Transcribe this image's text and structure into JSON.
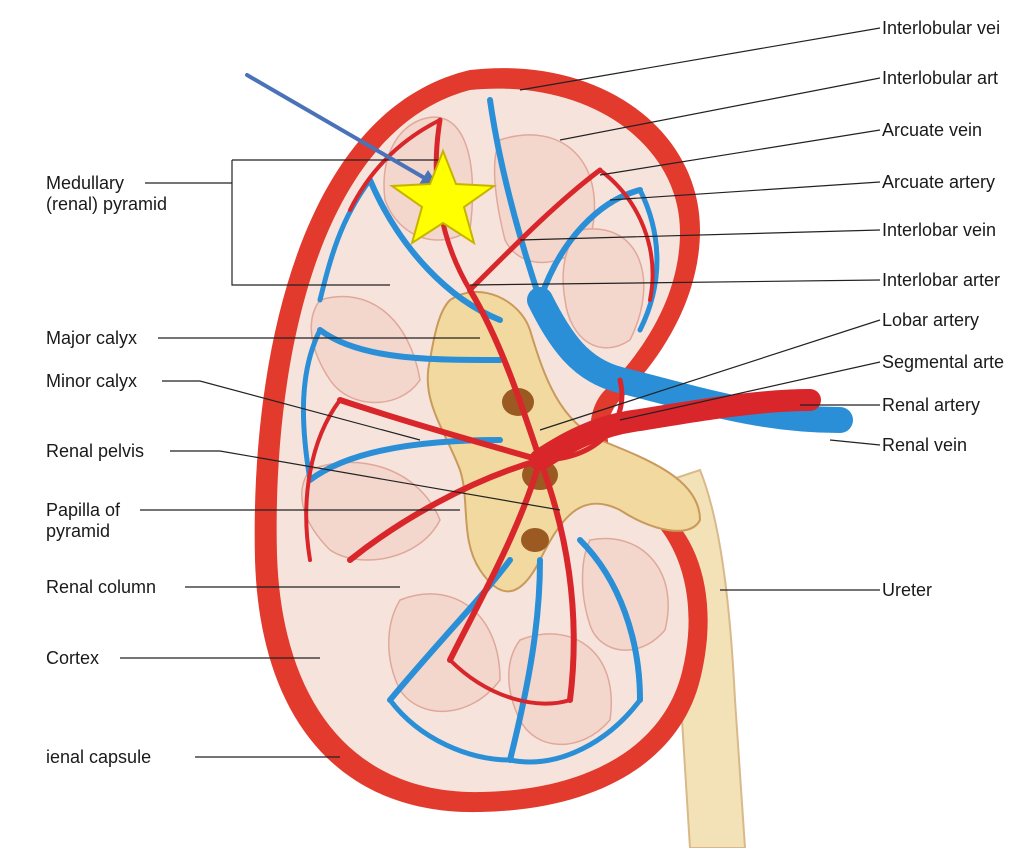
{
  "labels_left": {
    "medullary_pyramid": "Medullary\n(renal) pyramid",
    "major_calyx": "Major calyx",
    "minor_calyx": "Minor calyx",
    "renal_pelvis": "Renal pelvis",
    "papilla_of_pyramid": "Papilla of\npyramid",
    "renal_column": "Renal column",
    "cortex": "Cortex",
    "renal_capsule": "ienal capsule"
  },
  "labels_right": {
    "interlobular_vein": "Interlobular vei",
    "interlobular_artery": "Interlobular art",
    "arcuate_vein": "Arcuate vein",
    "arcuate_artery": "Arcuate artery",
    "interlobar_vein": "Interlobar vein",
    "interlobar_artery": "Interlobar arter",
    "lobar_artery": "Lobar artery",
    "segmental_artery": "Segmental arte",
    "renal_artery": "Renal artery",
    "renal_vein": "Renal vein",
    "ureter": "Ureter"
  },
  "markers": {
    "star_icon": "star-icon",
    "arrow_icon": "arrow-icon"
  },
  "colors": {
    "artery": "#d8262b",
    "vein": "#2a8fd6",
    "capsule": "#e23a2c",
    "cortex": "#f6e4dc",
    "pyramid": "#f3d6cc",
    "pelvis": "#f2d9a0",
    "ureter": "#f3e2b8",
    "star": "#ffff00",
    "arrow": "#4a72b8",
    "leader": "#222222"
  }
}
